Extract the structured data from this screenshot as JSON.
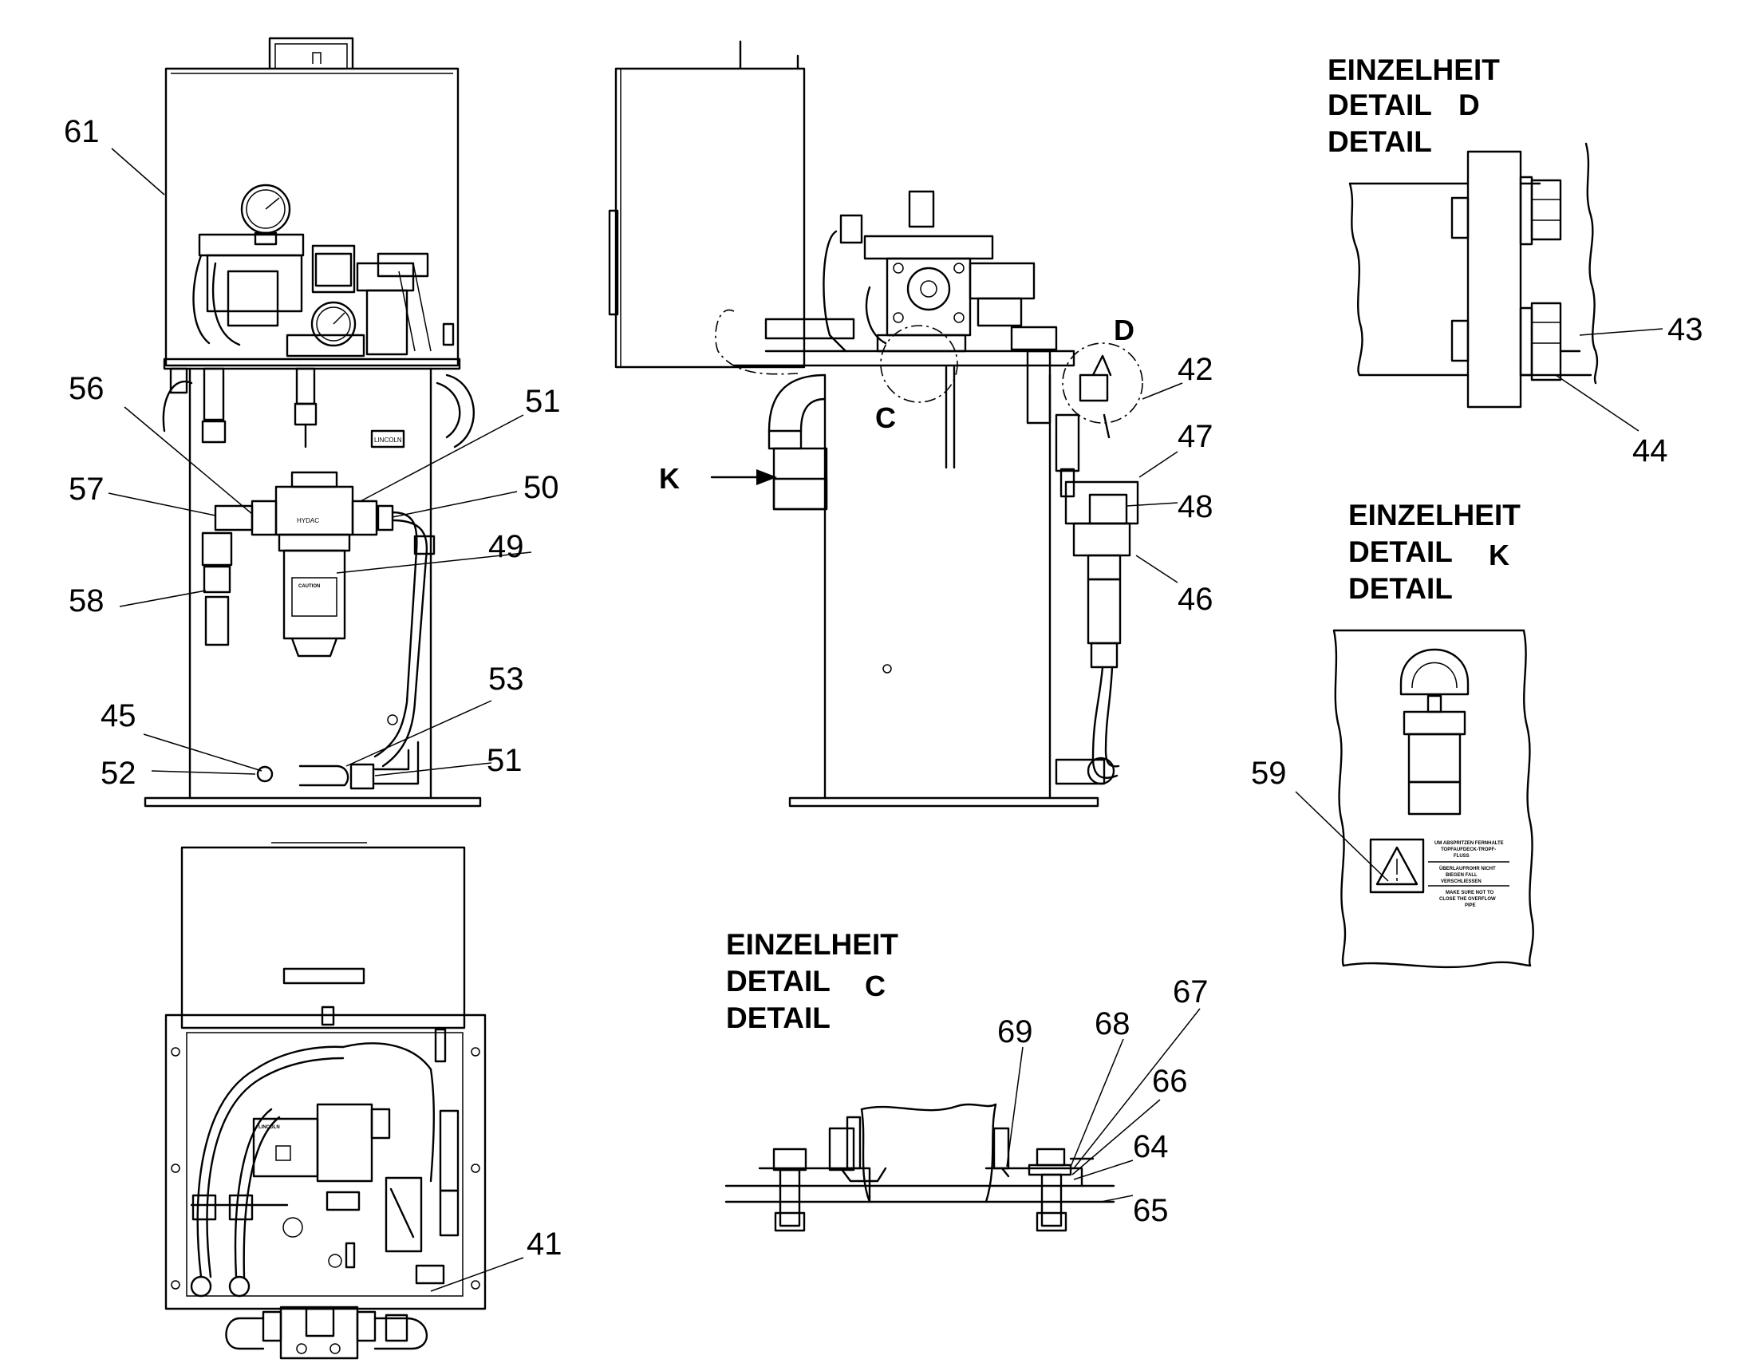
{
  "callouts": {
    "c61": "61",
    "c56": "56",
    "c51a": "51",
    "c57": "57",
    "c50": "50",
    "c49": "49",
    "c58": "58",
    "c53": "53",
    "c45": "45",
    "c52": "52",
    "c51b": "51",
    "c42": "42",
    "c47": "47",
    "c48": "48",
    "c46": "46",
    "c43": "43",
    "c44": "44",
    "c59": "59",
    "c41": "41",
    "c69": "69",
    "c68": "68",
    "c67": "67",
    "c66": "66",
    "c64": "64",
    "c65": "65"
  },
  "view_letters": {
    "d": "D",
    "c": "C",
    "k": "K"
  },
  "details": {
    "d": {
      "line1": "EINZELHEIT",
      "line2": "DETAIL",
      "letter": "D",
      "line3": "DETAIL"
    },
    "k": {
      "line1": "EINZELHEIT",
      "line2": "DETAIL",
      "letter": "K",
      "line3": "DETAIL"
    },
    "c": {
      "line1": "EINZELHEIT",
      "line2": "DETAIL",
      "letter": "C",
      "line3": "DETAIL"
    }
  },
  "labels": {
    "lincoln_front": "LINCOLN",
    "filter_brand": "HYDAC",
    "caution": "CAUTION",
    "lincoln_top": "LINCOLN",
    "warning_de1": "UM ABSPRITZEN FERNHALTE",
    "warning_de2": "TOPFAUFDECK-TROPF-",
    "warning_de3": "FLUSS",
    "warning_de4": "ÜBERLAUFROHR NICHT",
    "warning_de5": "BIEGEN FALL",
    "warning_de6": "VERSCHLIESSEN",
    "warning_en1": "MAKE SURE NOT TO",
    "warning_en2": "CLOSE THE OVERFLOW",
    "warning_en3": "PIPE"
  },
  "colors": {
    "line": "#000000",
    "background": "#ffffff"
  }
}
